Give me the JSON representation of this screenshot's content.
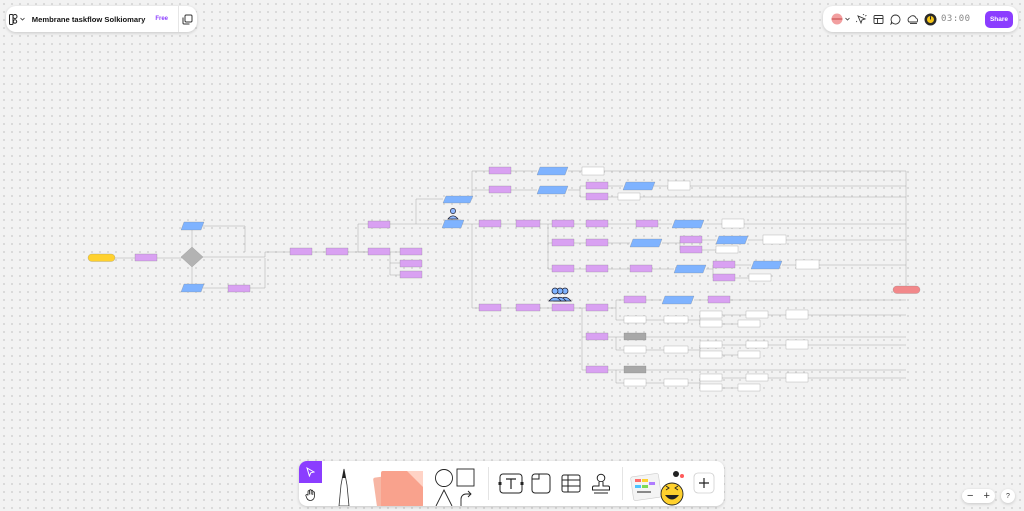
{
  "file": {
    "title": "Membrane taskflow Solkiomary",
    "plan": "Free"
  },
  "header": {
    "share_label": "Share",
    "timer": "03:00"
  },
  "colors": {
    "accent": "#8b3dff",
    "process": "#d9a1f2",
    "data": "#7fb3ff",
    "decision": "#b3b3b3",
    "terminal_start": "#ffd12e",
    "terminal_end": "#f2888a",
    "note": "#ffffff"
  },
  "icons": {
    "menu": "figjam-logo-icon",
    "pages": "pages-icon",
    "avatar": "avatar-icon",
    "cursor_chat": "cursor-chat-icon",
    "present": "present-icon",
    "comment": "comment-icon",
    "stamp": "stamp-icon",
    "timer": "timer-icon",
    "user": "person-icon",
    "group": "people-group-icon"
  },
  "toolbar": {
    "tools": [
      "move",
      "hand",
      "marker",
      "sticky-note",
      "shapes",
      "connector",
      "text",
      "section",
      "table",
      "stamp",
      "stickers",
      "more"
    ]
  },
  "zoom": {
    "out": "−",
    "in": "+",
    "help": "?"
  }
}
